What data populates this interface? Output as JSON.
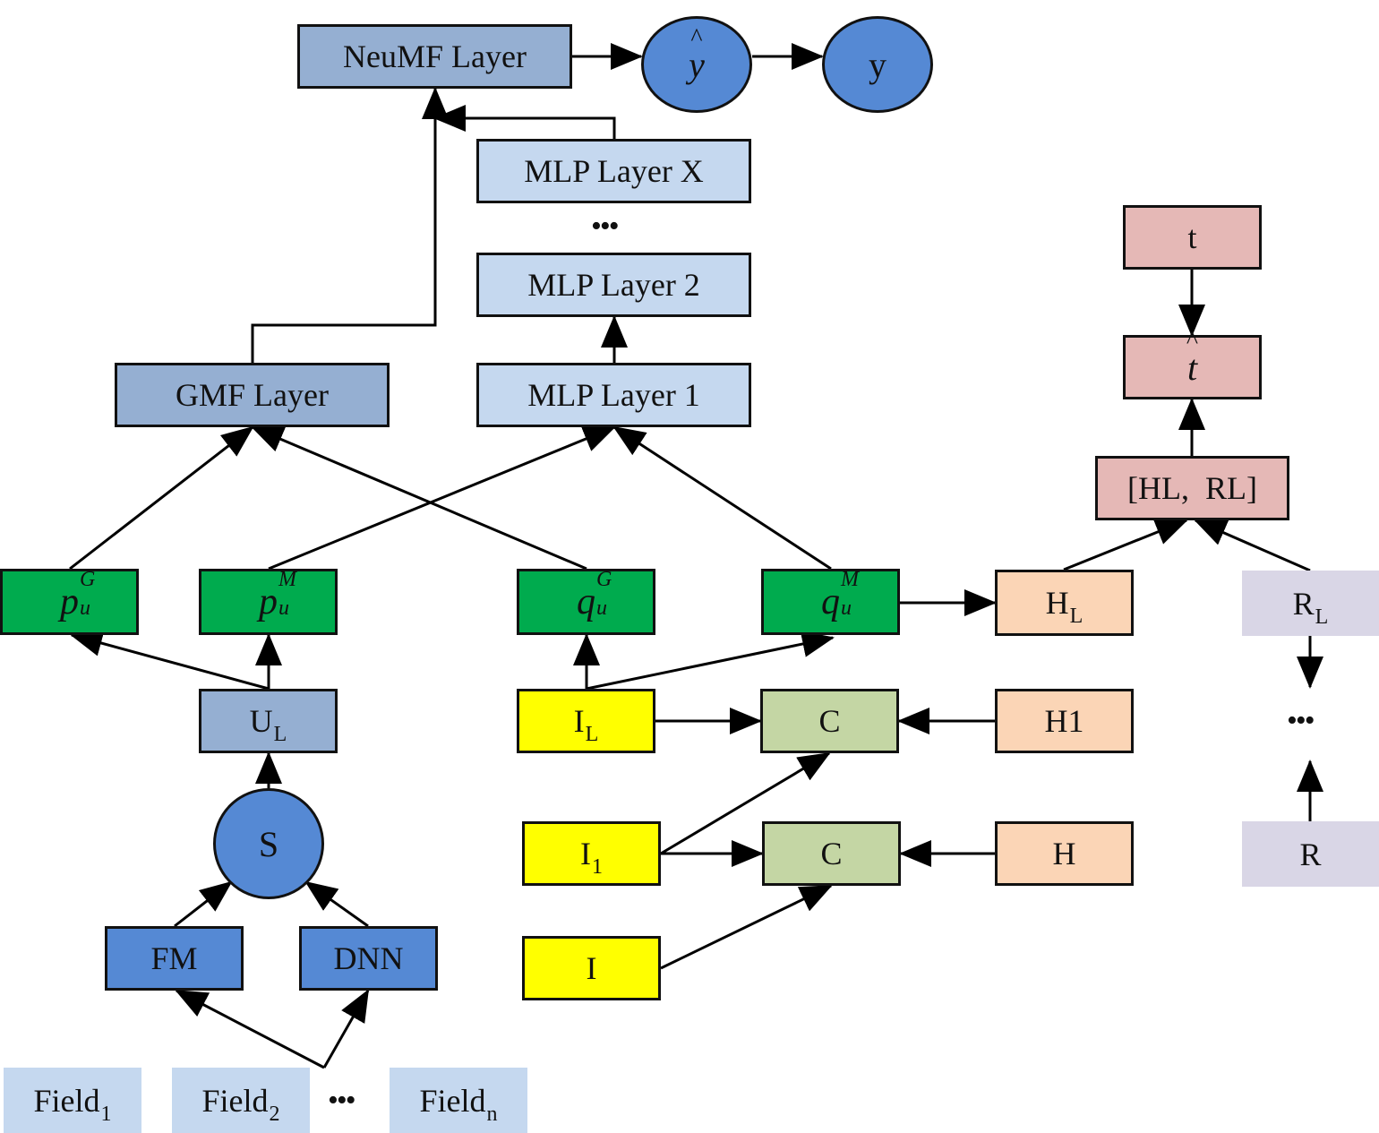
{
  "diagram": {
    "nodes": {
      "neumf": {
        "label": "NeuMF Layer"
      },
      "y_hat": {
        "label": "y"
      },
      "y": {
        "label": "y"
      },
      "mlp_x": {
        "label": "MLP Layer X"
      },
      "mlp_dots": {
        "label": "•••"
      },
      "mlp_2": {
        "label": "MLP Layer 2"
      },
      "mlp_1": {
        "label": "MLP Layer 1"
      },
      "gmf": {
        "label": "GMF Layer"
      },
      "p_g": {
        "base": "p",
        "sub": "u",
        "sup": "G"
      },
      "p_m": {
        "base": "p",
        "sub": "u",
        "sup": "M"
      },
      "q_g": {
        "base": "q",
        "sub": "u",
        "sup": "G"
      },
      "q_m": {
        "base": "q",
        "sub": "u",
        "sup": "M"
      },
      "u_l": {
        "base": "U",
        "sub": "L"
      },
      "s": {
        "label": "S"
      },
      "fm": {
        "label": "FM"
      },
      "dnn": {
        "label": "DNN"
      },
      "field_1": {
        "base": "Field",
        "sub": "1"
      },
      "field_2": {
        "base": "Field",
        "sub": "2"
      },
      "field_dots": {
        "label": "•••"
      },
      "field_n": {
        "base": "Field",
        "sub": "n"
      },
      "i_l": {
        "base": "I",
        "sub": "L"
      },
      "i_1": {
        "base": "I",
        "sub": "1"
      },
      "i": {
        "label": "I"
      },
      "c_top": {
        "label": "C"
      },
      "c_bottom": {
        "label": "C"
      },
      "h1": {
        "label": "H1"
      },
      "h": {
        "label": "H"
      },
      "h_l": {
        "base": "H",
        "sub": "L"
      },
      "t": {
        "label": "t"
      },
      "t_hat": {
        "label": "t"
      },
      "concat": {
        "label": "[HL,  RL]"
      },
      "r_l": {
        "base": "R",
        "sub": "L"
      },
      "r_dots": {
        "label": "•••"
      },
      "r": {
        "label": "R"
      }
    },
    "edges": [
      {
        "from": "neumf",
        "to": "y_hat"
      },
      {
        "from": "y_hat",
        "to": "y"
      },
      {
        "from": "gmf",
        "to": "neumf"
      },
      {
        "from": "mlp_x",
        "to": "neumf"
      },
      {
        "from": "mlp_1",
        "to": "mlp_2"
      },
      {
        "from": "p_g",
        "to": "gmf"
      },
      {
        "from": "q_g",
        "to": "gmf"
      },
      {
        "from": "p_m",
        "to": "mlp_1"
      },
      {
        "from": "q_m",
        "to": "mlp_1"
      },
      {
        "from": "u_l",
        "to": "p_g"
      },
      {
        "from": "u_l",
        "to": "p_m"
      },
      {
        "from": "i_l",
        "to": "q_g"
      },
      {
        "from": "i_l",
        "to": "q_m"
      },
      {
        "from": "q_m",
        "to": "h_l"
      },
      {
        "from": "s",
        "to": "u_l"
      },
      {
        "from": "fm",
        "to": "s"
      },
      {
        "from": "dnn",
        "to": "s"
      },
      {
        "from": "field_2",
        "to": "fm"
      },
      {
        "from": "field_2",
        "to": "dnn"
      },
      {
        "from": "i_l",
        "to": "c_top"
      },
      {
        "from": "h1",
        "to": "c_top"
      },
      {
        "from": "i_1",
        "to": "c_top"
      },
      {
        "from": "i_1",
        "to": "c_bottom"
      },
      {
        "from": "h",
        "to": "c_bottom"
      },
      {
        "from": "i",
        "to": "c_bottom"
      },
      {
        "from": "h_l",
        "to": "concat"
      },
      {
        "from": "r_l",
        "to": "concat"
      },
      {
        "from": "concat",
        "to": "t_hat"
      },
      {
        "from": "t",
        "to": "t_hat"
      },
      {
        "from": "r_l",
        "to": "r_dots"
      },
      {
        "from": "r",
        "to": "r_dots"
      }
    ]
  }
}
